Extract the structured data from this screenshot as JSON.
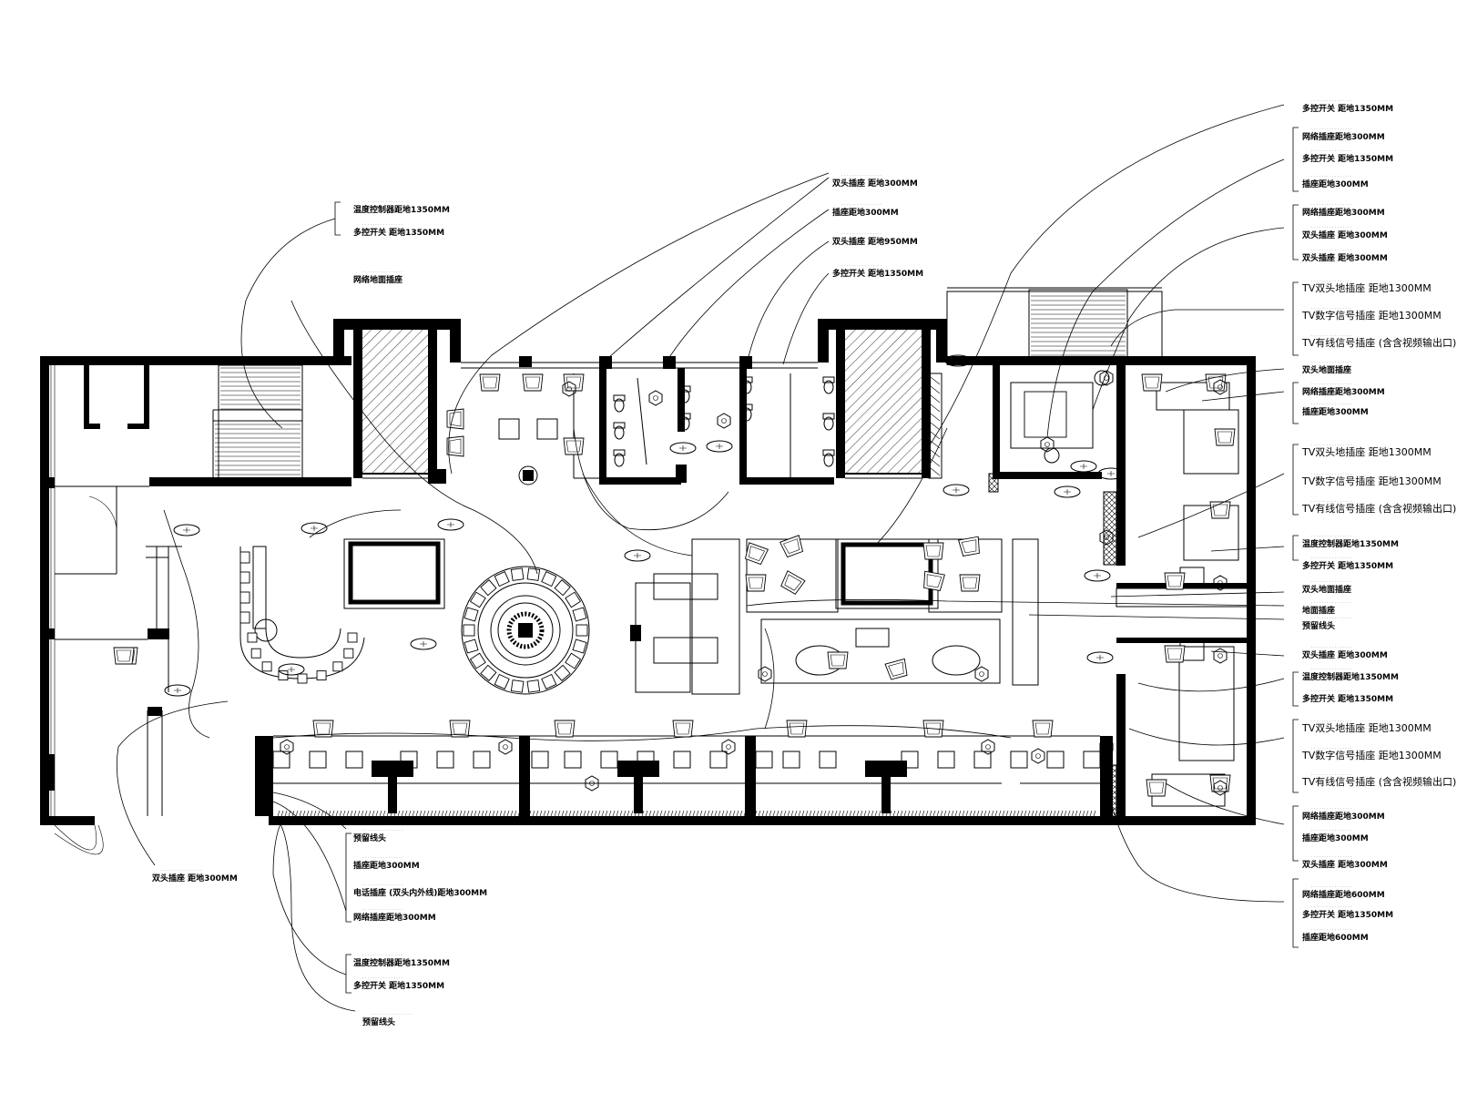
{
  "annotations": {
    "top_left": {
      "lines": [
        "温度控制器距地1350MM",
        "多控开关 距地1350MM"
      ],
      "network": "网络地面插座"
    },
    "top_center": [
      "双头插座 距地300MM",
      "插座距地300MM",
      "双头插座 距地950MM",
      "多控开关 距地1350MM"
    ],
    "right": [
      "多控开关 距地1350MM",
      "网络插座距地300MM",
      "多控开关 距地1350MM",
      "插座距地300MM",
      "网络插座距地300MM",
      "双头插座 距地300MM",
      "双头插座 距地300MM",
      "TV双头地插座 距地1300MM",
      "TV数字信号插座 距地1300MM",
      "TV有线信号插座 (含含视频输出口) 距地1300MM",
      "双头地面插座",
      "网络插座距地300MM",
      "插座距地300MM",
      "TV双头地插座 距地1300MM",
      "TV数字信号插座 距地1300MM",
      "TV有线信号插座 (含含视频输出口) 距地1300MM",
      "温度控制器距地1350MM",
      "多控开关 距地1350MM",
      "双头地面插座",
      "地面插座",
      "预留线头",
      "双头插座 距地300MM",
      "温度控制器距地1350MM",
      "多控开关 距地1350MM",
      "TV双头地插座 距地1300MM",
      "TV数字信号插座 距地1300MM",
      "TV有线信号插座 (含含视频输出口) 距地1300MM",
      "网络插座距地300MM",
      "插座距地300MM",
      "双头插座 距地300MM",
      "网络插座距地600MM",
      "多控开关 距地1350MM",
      "插座距地600MM"
    ],
    "bottom_left": "双头插座 距地300MM",
    "bottom_center": [
      "预留线头",
      "插座距地300MM",
      "电话插座 (双头内外线)距地300MM",
      "网络插座距地300MM",
      "温度控制器距地1350MM",
      "多控开关 距地1350MM",
      "预留线头"
    ]
  }
}
